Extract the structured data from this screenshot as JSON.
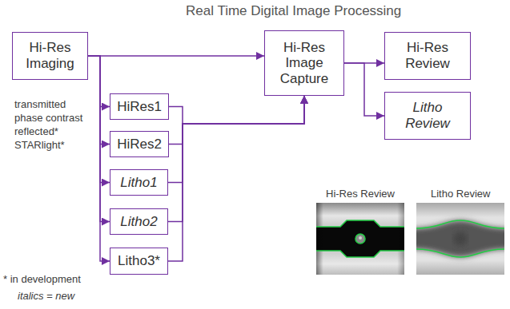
{
  "diagram": {
    "title": "Real Time Digital Image Processing",
    "nodes": [
      {
        "text": [
          "Hi-Res Imaging"
        ]
      },
      {
        "text": [
          "HiRes1"
        ]
      },
      {
        "text": [
          "HiRes2"
        ]
      },
      {
        "text": [
          "Litho1"
        ]
      },
      {
        "text": [
          "Litho2"
        ]
      },
      {
        "text": [
          "Litho3*"
        ]
      },
      {
        "text": [
          "Hi-Res Image Capture"
        ]
      },
      {
        "text": [
          "Hi-Res Review"
        ]
      },
      {
        "text": [
          "Litho Review"
        ]
      }
    ],
    "edges": [
      {
        "from": 0,
        "to": 6,
        "arrow": "to"
      },
      {
        "from": 0,
        "to": 1,
        "arrow": "to"
      },
      {
        "from": 0,
        "to": 2,
        "arrow": "to"
      },
      {
        "from": 0,
        "to": 3,
        "arrow": "to"
      },
      {
        "from": 0,
        "to": 4,
        "arrow": "to"
      },
      {
        "from": 0,
        "to": 5,
        "arrow": "to"
      },
      {
        "from": 1,
        "to": 6,
        "arrow": "to"
      },
      {
        "from": 2,
        "to": 6,
        "arrow": "to"
      },
      {
        "from": 3,
        "to": 6,
        "arrow": "to"
      },
      {
        "from": 4,
        "to": 6,
        "arrow": "to"
      },
      {
        "from": 5,
        "to": 6,
        "arrow": "to"
      },
      {
        "from": 6,
        "to": 7,
        "arrow": "to"
      },
      {
        "from": 6,
        "to": 8,
        "arrow": "to"
      }
    ],
    "labels": [
      "transmitted",
      "phase contrast",
      "reflected*",
      "STARlight*",
      "Hi-Res Review",
      "Litho Review",
      "* in development",
      "italics = new"
    ]
  }
}
